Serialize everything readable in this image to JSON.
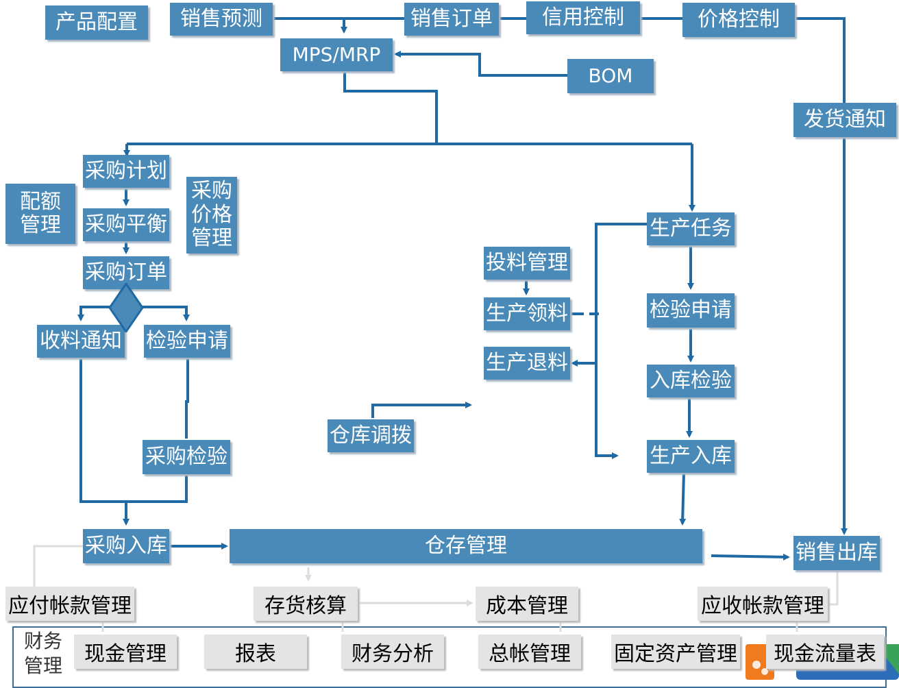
{
  "colors": {
    "box_fill": "#4a8ab8",
    "line": "#1f6aa5",
    "finance_box": "#e4e4e4",
    "finance_line": "#e0e0e0"
  },
  "top_row": {
    "product_config": "产品配置",
    "sales_forecast": "销售预测",
    "sales_order": "销售订单",
    "credit_control": "信用控制",
    "price_control": "价格控制"
  },
  "planning": {
    "mps_mrp": "MPS/MRP",
    "bom": "BOM",
    "delivery_notice": "发货通知"
  },
  "purchasing": {
    "plan": "采购计划",
    "balance": "采购平衡",
    "order": "采购订单",
    "quota_line1": "配额",
    "quota_line2": "管理",
    "price_line1": "采购",
    "price_line2": "价格",
    "price_line3": "管理",
    "receipt_notice": "收料通知",
    "inspection_request": "检验申请",
    "inspection": "采购检验",
    "inbound": "采购入库"
  },
  "production": {
    "task": "生产任务",
    "inspection_request": "检验申请",
    "inbound_inspection": "入库检验",
    "inbound": "生产入库",
    "feeding": "投料管理",
    "picking": "生产领料",
    "return": "生产退料",
    "transfer": "仓库调拨"
  },
  "warehouse": {
    "management": "仓存管理",
    "sales_outbound": "销售出库"
  },
  "finance_row": {
    "payable": "应付帐款管理",
    "inventory_accounting": "存货核算",
    "cost": "成本管理",
    "receivable": "应收帐款管理"
  },
  "finance": {
    "label_line1": "财务",
    "label_line2": "管理",
    "cash": "现金管理",
    "reports": "报表",
    "analysis": "财务分析",
    "ledger": "总帐管理",
    "fixed_assets": "固定资产管理",
    "cash_flow": "现金流量表"
  }
}
